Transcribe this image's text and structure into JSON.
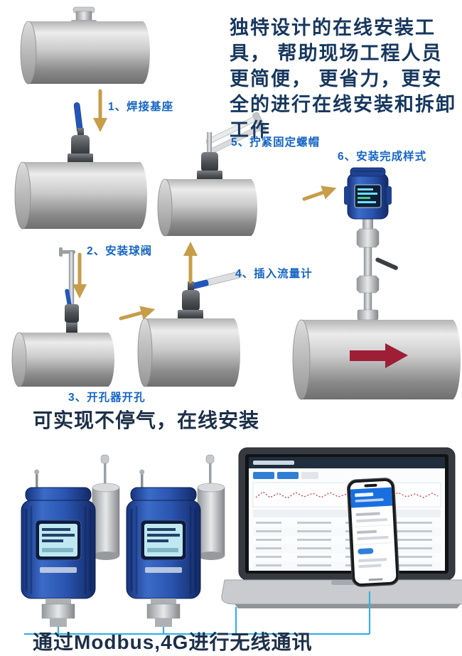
{
  "intro": {
    "text": "独特设计的在线安装工具， 帮助现场工程人员更简便， 更省力，更安全的进行在线安装和拆卸工作"
  },
  "steps": [
    {
      "label": "1、焊接基座"
    },
    {
      "label": "2、安装球阀"
    },
    {
      "label": "3、开孔器开孔"
    },
    {
      "label": "4、插入流量计"
    },
    {
      "label": "5、拧紧固定螺帽"
    },
    {
      "label": "6、安装完成样式"
    }
  ],
  "captions": {
    "middle": "可实现不停气，在线安装",
    "bottom": "通过Modbus,4G进行无线通讯"
  },
  "colors": {
    "step_label_blue": "#1565c5",
    "intro_text_navy": "#17375e",
    "arrow_gold": "#c79d4a",
    "detector_body_blue": "#2a55b0",
    "connection_line_blue": "#35b0e6",
    "flow_arrow_red": "#9e1e35"
  }
}
